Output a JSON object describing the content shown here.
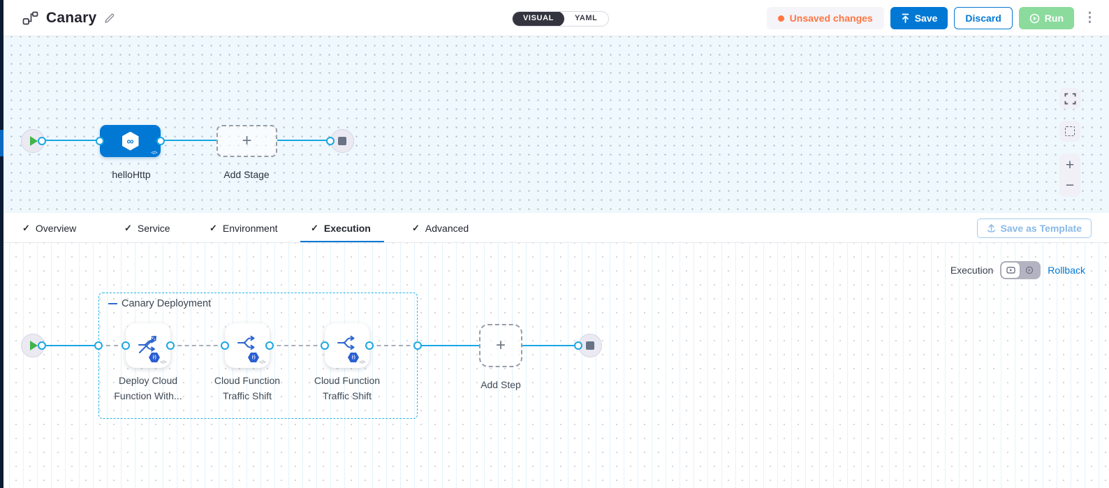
{
  "header": {
    "title": "Canary",
    "mode_toggle": {
      "visual_label": "VISUAL",
      "yaml_label": "YAML",
      "selected": "VISUAL"
    },
    "unsaved_changes_label": "Unsaved changes",
    "save_label": "Save",
    "discard_label": "Discard",
    "run_label": "Run"
  },
  "stage_canvas": {
    "stage_name": "helloHttp",
    "add_stage_label": "Add Stage"
  },
  "tabs": {
    "items": [
      {
        "label": "Overview"
      },
      {
        "label": "Service"
      },
      {
        "label": "Environment"
      },
      {
        "label": "Execution"
      },
      {
        "label": "Advanced"
      }
    ],
    "active": "Execution",
    "save_as_template_label": "Save as Template"
  },
  "execution_canvas": {
    "view_label": "Execution",
    "rollback_label": "Rollback",
    "selected_view": "execution",
    "group_label": "Canary Deployment",
    "steps": [
      {
        "name_line1": "Deploy Cloud",
        "name_line2": "Function With..."
      },
      {
        "name_line1": "Cloud Function",
        "name_line2": "Traffic Shift"
      },
      {
        "name_line1": "Cloud Function",
        "name_line2": "Traffic Shift"
      }
    ],
    "add_step_label": "Add Step"
  },
  "glyphs": {
    "kebab": "⋮",
    "plus": "+",
    "minus": "−",
    "check": "✓",
    "infinity": "∞",
    "code": "</>",
    "function_badge": "(-)"
  },
  "colors": {
    "accent_blue": "#0278d5",
    "flow_line_blue": "#1aa6e4",
    "unsaved_orange": "#ff7642",
    "run_green": "#8bdb9d",
    "group_border_cyan": "#29b2e6",
    "canvas_top_bg": "#eef8fd",
    "toggle_dark": "#34343f",
    "step_icon_blue": "#2e66cf"
  }
}
